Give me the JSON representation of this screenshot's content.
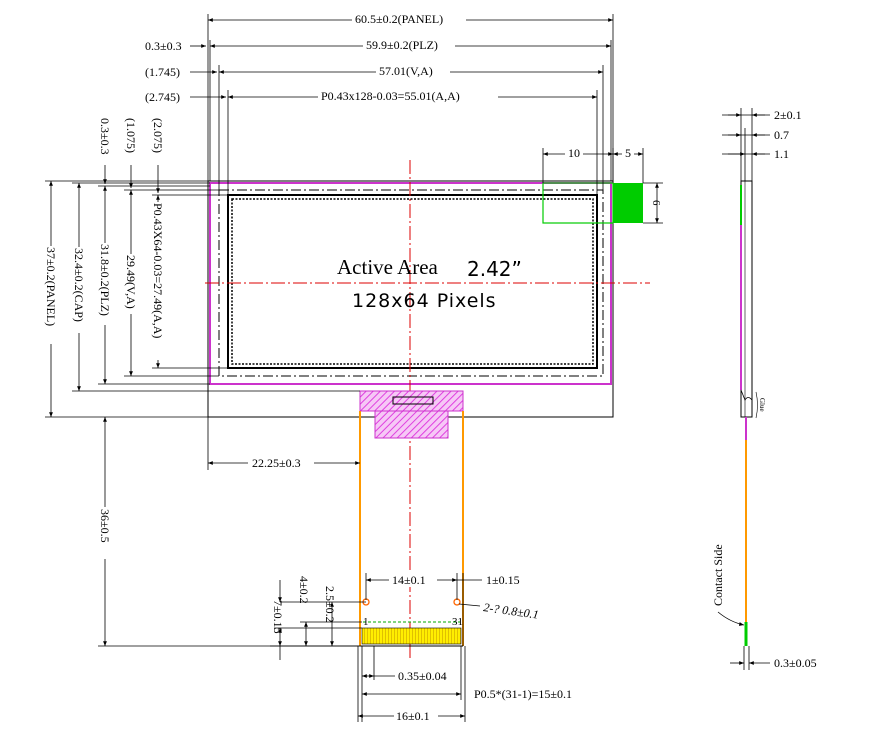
{
  "title_main": "Active Area",
  "title_size": "2.42”",
  "subtitle": "128x64 Pixels",
  "top_dims": {
    "panel": "60.5±0.2(PANEL)",
    "plz": "59.9±0.2(PLZ)",
    "va": "57.01(V,A)",
    "aa": "P0.43x128-0.03=55.01(A,A)",
    "off1": "0.3±0.3",
    "off2": "(1.745)",
    "off3": "(2.745)"
  },
  "left_dims": {
    "panel": "37±0.2(PANEL)",
    "cap": "32.4±0.2(CAP)",
    "plz": "31.8±0.2(PLZ)",
    "va": "29.49(V,A)",
    "aa": "P0.43X64-0.03=27.49(A,A)",
    "off1": "0.3±0.3",
    "off2": "(1.075)",
    "off3": "(2.075)"
  },
  "misc_dims": {
    "d10": "10",
    "d5": "5",
    "d6": "6",
    "fpc_offset": "22.25±0.3",
    "fpc_length": "36±0.5"
  },
  "bottom_dims": {
    "pin_span": "14±0.1",
    "edge": "1±0.15",
    "hole": "2-? 0.8±0.1",
    "v25": "2.5±0.2",
    "v4": "4±0.2",
    "v7": "7±0.15",
    "pin_w": "0.35±0.04",
    "pitch": "P0.5*(31-1)=15±0.1",
    "width": "16±0.1",
    "pin1": "1",
    "pin31": "31"
  },
  "side_dims": {
    "t1": "2±0.1",
    "t2": "0.7",
    "t3": "1.1",
    "contact": "Contact Side",
    "glue": "Glue",
    "fpc_t": "0.3±0.05"
  },
  "colors": {
    "line": "#000000",
    "cap": "#cc33cc",
    "centerline": "#dd0000",
    "fpc": "#ff9900",
    "green": "#00cc00",
    "gold": "#ffee00",
    "hatch": "#e040e0"
  }
}
